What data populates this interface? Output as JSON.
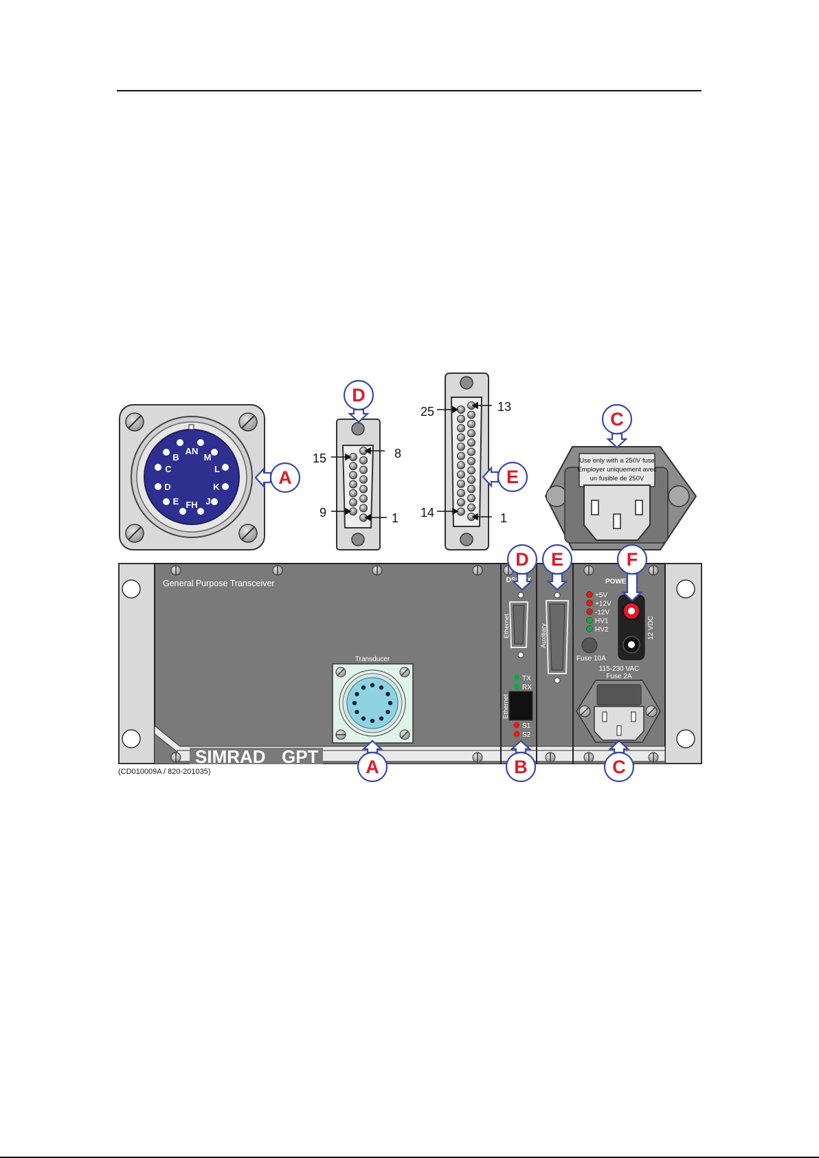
{
  "figure": {
    "caption": "(CD010009A / 820-201035)",
    "unit_title": "General Purpose Transceiver",
    "brand_name": "SIMRAD",
    "model_name": "GPT",
    "callouts": {
      "A": "A",
      "B": "B",
      "C": "C",
      "D": "D",
      "E": "E",
      "F": "F"
    },
    "transducer_socket": {
      "pin_letters": [
        "AN",
        "B",
        "M",
        "C",
        "L",
        "D",
        "K",
        "E",
        "FH",
        "J"
      ]
    },
    "dsub15": {
      "corner_numbers": {
        "top_left": "15",
        "top_right": "8",
        "bottom_left": "9",
        "bottom_right": "1"
      }
    },
    "dsub25": {
      "corner_numbers": {
        "top_left": "25",
        "top_right": "13",
        "bottom_left": "14",
        "bottom_right": "1"
      }
    },
    "mains_inlet": {
      "warning_lines": [
        "Use only with a 250V fuse",
        "Employer uniquement avec",
        "un fusible de 250V"
      ]
    },
    "panel": {
      "transducer_label": "Transducer",
      "dsp_module_label": "DSP-TX",
      "ethernet_label": "Ethernet",
      "ethernet_label_2": "Ethernet",
      "tx_label": "TX",
      "rx_label": "RX",
      "s1_label": "S1",
      "s2_label": "S2",
      "auxiliary_label": "Auxiliary",
      "power_label": "POWER",
      "leds": [
        {
          "label": "+5V",
          "color": "#e01b1b"
        },
        {
          "label": "+12V",
          "color": "#e01b1b"
        },
        {
          "label": "-12V",
          "color": "#e01b1b"
        },
        {
          "label": "HV1",
          "color": "#1aa34a"
        },
        {
          "label": "HV2",
          "color": "#1aa34a"
        }
      ],
      "dc_label": "12 VDC",
      "fuse_dc_label": "Fuse 10A",
      "ac_label": "115-230 VAC",
      "fuse_ac_label": "Fuse 2A"
    },
    "colors": {
      "callout_red": "#e0192a",
      "arrow_blue": "#3a4aa3",
      "socket_blue": "#2e2f8f",
      "panel_grey": "#7a7a7a",
      "transducer_cyan": "#8fd3e3"
    }
  }
}
